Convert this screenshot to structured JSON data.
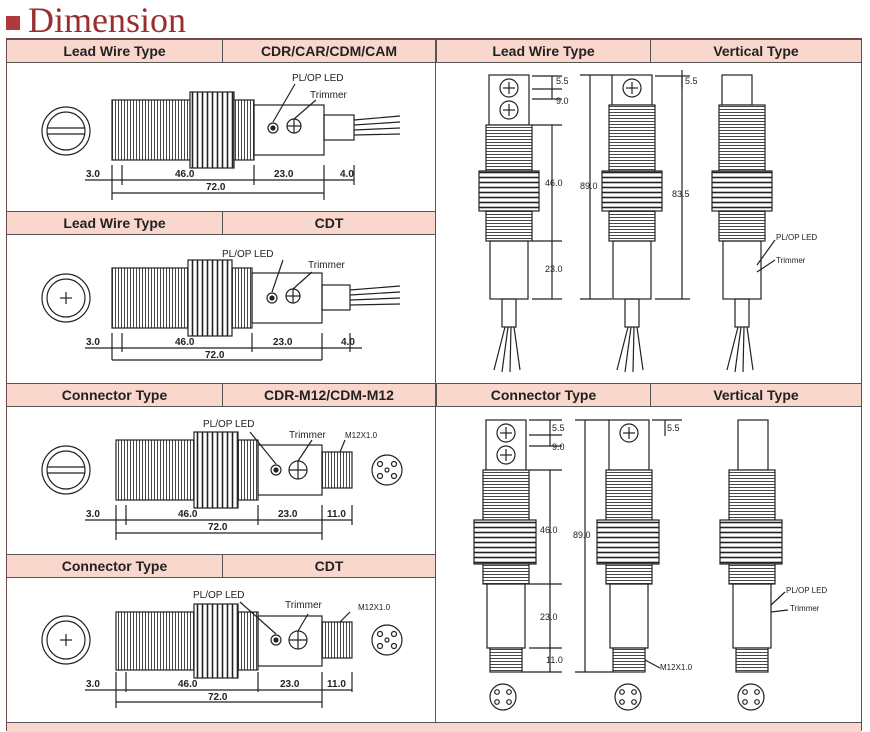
{
  "title": "Dimension",
  "headers": {
    "s1_left": "Lead Wire Type",
    "s1_right": "CDR/CAR/CDM/CAM",
    "s2_left": "Lead Wire Type",
    "s2_right": "CDT",
    "s3_left": "Connector Type",
    "s3_right": "CDR-M12/CDM-M12",
    "s4_left": "Connector Type",
    "s4_right": "CDT",
    "r1_left": "Lead Wire Type",
    "r1_right": "Vertical Type",
    "r2_left": "Connector Type",
    "r2_right": "Vertical Type"
  },
  "labels": {
    "led": "PL/OP LED",
    "trimmer": "Trimmer",
    "m12": "M12X1.0"
  },
  "dims": {
    "d3": "3.0",
    "d46": "46.0",
    "d23": "23.0",
    "d4": "4.0",
    "d72": "72.0",
    "d11": "11.0",
    "d55": "5.5",
    "d9": "9.0",
    "d89": "89.0",
    "d835": "83.5"
  },
  "colors": {
    "title": "#9a2f2f",
    "header_bg": "#f9d7cc"
  }
}
